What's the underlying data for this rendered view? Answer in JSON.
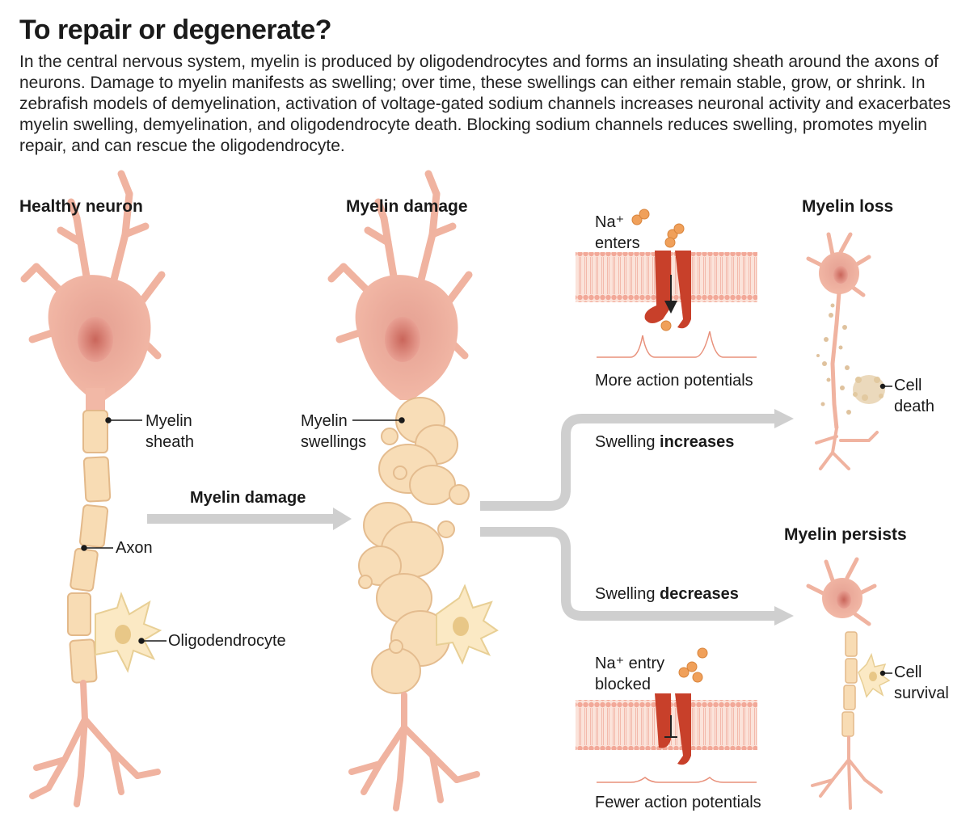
{
  "title": "To repair or degenerate?",
  "intro": "In the central nervous system, myelin is produced by oligodendrocytes and forms an insulating sheath around the axons of neurons. Damage to myelin manifests as swelling; over time, these swellings can either remain stable, grow, or shrink. In zebrafish models of demyelination, activation of voltage-gated sodium channels increases neuronal activity and exacerbates myelin swelling, demyelination, and oligodendrocyte death. Blocking sodium channels reduces swelling, promotes myelin repair, and can rescue the oligodendrocyte.",
  "panels": {
    "healthy": {
      "heading": "Healthy neuron",
      "labels": {
        "myelin_1": "Myelin",
        "myelin_2": "sheath",
        "axon": "Axon",
        "oligo": "Oligodendrocyte"
      }
    },
    "damage": {
      "heading": "Myelin damage",
      "labels": {
        "swell_1": "Myelin",
        "swell_2": "swellings"
      }
    },
    "loss": {
      "heading": "Myelin loss",
      "cell_1": "Cell",
      "cell_2": "death"
    },
    "persists": {
      "heading": "Myelin persists",
      "cell_1": "Cell",
      "cell_2": "survival"
    }
  },
  "arrows": {
    "main": "Myelin damage",
    "increase_prefix": "Swelling ",
    "increase_bold": "increases",
    "decrease_prefix": "Swelling ",
    "decrease_bold": "decreases"
  },
  "channel_top": {
    "line1": "Na⁺",
    "line2": "enters",
    "caption": "More action potentials"
  },
  "channel_bottom": {
    "line1": "Na⁺ entry",
    "line2": "blocked",
    "caption": "Fewer action potentials"
  },
  "colors": {
    "soma": "#f2b8a6",
    "nucleus": "#d9867a",
    "myelin": "#f8dcb4",
    "myelin_stroke": "#e3b98a",
    "channel": "#c8402a",
    "ion": "#f0a05a",
    "membrane": "#f4c3b4",
    "arrow": "#c8c8c8",
    "trace": "#e8907a"
  }
}
